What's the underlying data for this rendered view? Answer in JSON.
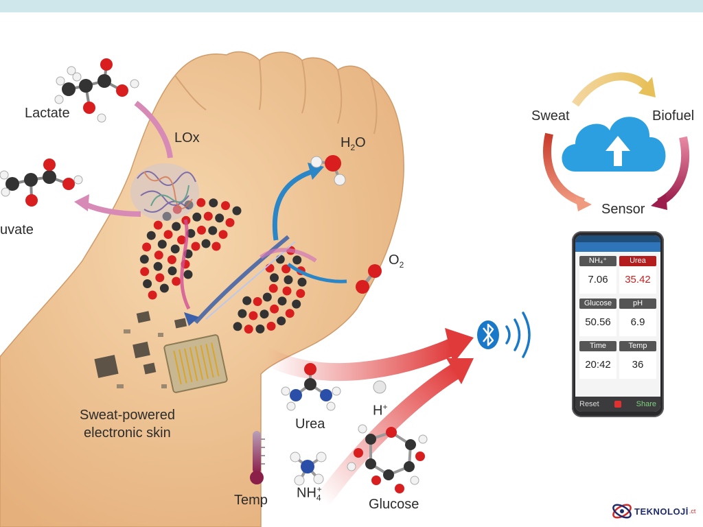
{
  "labels": {
    "lactate": "Lactate",
    "lox": "LOx",
    "pyruvate": "uvate",
    "water_prefix": "H",
    "water_sub": "2",
    "water_suffix": "O",
    "oxygen_prefix": "O",
    "oxygen_sub": "2",
    "skin_line1": "Sweat-powered",
    "skin_line2": "electronic skin",
    "urea": "Urea",
    "proton_prefix": "H",
    "proton_sup": "+",
    "ammonium_prefix": "NH",
    "ammonium_sub": "4",
    "ammonium_sup": "+",
    "temp": "Temp",
    "glucose": "Glucose"
  },
  "cycle": {
    "sweat": "Sweat",
    "biofuel": "Biofuel",
    "sensor": "Sensor"
  },
  "phone": {
    "rows": [
      {
        "headers": [
          "NH₄⁺",
          "Urea"
        ],
        "values": [
          "7.06",
          "35.42"
        ]
      },
      {
        "headers": [
          "Glucose",
          "pH"
        ],
        "values": [
          "50.56",
          "6.9"
        ]
      },
      {
        "headers": [
          "Time",
          "Temp"
        ],
        "values": [
          "20:42",
          "36"
        ]
      }
    ],
    "reset": "Reset",
    "share": "Share"
  },
  "logo": {
    "text": "TEKNOLOJİ",
    "suffix": ".ct"
  },
  "colors": {
    "skin": "#eec597",
    "skin_shadow": "#d6a374",
    "oxygen": "#d81e1e",
    "carbon": "#333333",
    "hydrogen": "#f2f2f2",
    "nitrogen": "#2b4fa8",
    "arrow_blue": "#2a86c6",
    "arrow_pink": "#d88ab6",
    "arrow_red": "#e04040",
    "cloud": "#2c9fe0",
    "bluetooth": "#1a78c9"
  }
}
